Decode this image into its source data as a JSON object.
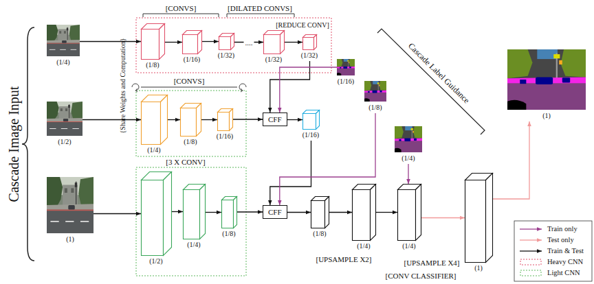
{
  "diagram": {
    "nodes": [
      {
        "text": [
          "(1/4)"
        ]
      },
      {
        "text": [
          "(1/8)"
        ]
      },
      {
        "text": [
          "(1/16)"
        ]
      },
      {
        "text": [
          "(1/32)"
        ]
      },
      {
        "text": [
          "(1/32)"
        ]
      },
      {
        "text": [
          "(1/32)"
        ]
      },
      {
        "text": [
          "(1/16)"
        ]
      },
      {
        "text": [
          "(1/2)"
        ]
      },
      {
        "text": [
          "(1/4)"
        ]
      },
      {
        "text": [
          "(1/8)"
        ]
      },
      {
        "text": [
          "(1/16)"
        ]
      },
      {
        "text": [
          "CFF"
        ]
      },
      {
        "text": [
          "(1/16)"
        ]
      },
      {
        "text": [
          "(1/8)"
        ]
      },
      {
        "text": [
          "(1/4)"
        ]
      },
      {
        "text": [
          "(1)"
        ]
      },
      {
        "text": [
          "(1/2)"
        ]
      },
      {
        "text": [
          "(1/4)"
        ]
      },
      {
        "text": [
          "(1/8)"
        ]
      },
      {
        "text": [
          "CFF"
        ]
      },
      {
        "text": [
          "(1/8)"
        ]
      },
      {
        "text": [
          "(1/4)"
        ]
      },
      {
        "text": [
          "(1/4)"
        ]
      },
      {
        "text": [
          "(1)"
        ]
      },
      {
        "text": [
          "(1)"
        ]
      }
    ],
    "edges": [
      {
        "from": 0,
        "to": 1,
        "arrow": "to"
      },
      {
        "from": 1,
        "to": 2,
        "arrow": "to"
      },
      {
        "from": 2,
        "to": 3,
        "arrow": "to"
      },
      {
        "from": 3,
        "to": 4,
        "label": "....",
        "arrow": "to"
      },
      {
        "from": 4,
        "to": 5,
        "arrow": "to"
      },
      {
        "from": 5,
        "to": 11,
        "arrow": "to"
      },
      {
        "from": 6,
        "to": 11,
        "arrow": "to"
      },
      {
        "from": 7,
        "to": 8,
        "arrow": "to"
      },
      {
        "from": 8,
        "to": 9,
        "arrow": "to"
      },
      {
        "from": 9,
        "to": 10,
        "arrow": "to"
      },
      {
        "from": 10,
        "to": 11,
        "arrow": "to"
      },
      {
        "from": 11,
        "to": 12,
        "arrow": "to"
      },
      {
        "from": 12,
        "to": 19,
        "arrow": "to"
      },
      {
        "from": 13,
        "to": 19,
        "arrow": "to"
      },
      {
        "from": 15,
        "to": 16,
        "arrow": "to"
      },
      {
        "from": 16,
        "to": 17,
        "arrow": "to"
      },
      {
        "from": 17,
        "to": 18,
        "arrow": "to"
      },
      {
        "from": 18,
        "to": 19,
        "arrow": "to"
      },
      {
        "from": 19,
        "to": 20,
        "arrow": "to"
      },
      {
        "from": 20,
        "to": 21,
        "arrow": "to"
      },
      {
        "from": 21,
        "to": 22,
        "arrow": "to"
      },
      {
        "from": 14,
        "to": 22,
        "arrow": "to"
      },
      {
        "from": 22,
        "to": 23,
        "arrow": "to"
      },
      {
        "from": 23,
        "to": 24,
        "arrow": "to"
      }
    ],
    "labels": [
      "Cascade Image Input",
      "[CONVS]",
      "[DILATED CONVS]",
      "[REDUCE CONV]",
      "{Share Weights and Computation}",
      "[CONVS]",
      "Cascade Label Guidance",
      "[3 X CONV]",
      "[UPSAMPLE X2]",
      "[CONV CLASSIFIER]",
      "[UPSAMPLE X4]"
    ],
    "legend": [
      {
        "text": "Train only"
      },
      {
        "text": "Test only"
      },
      {
        "text": "Train & Test"
      },
      {
        "text": "Heavy CNN"
      },
      {
        "text": "Light CNN"
      }
    ]
  }
}
